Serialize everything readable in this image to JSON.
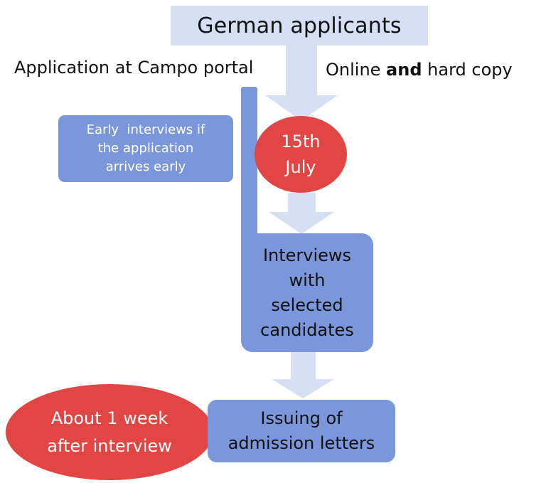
{
  "header": {
    "title": "German applicants"
  },
  "paths": {
    "left_label": "Application at Campo portal",
    "right_label_prefix": "Online ",
    "right_label_bold": "and",
    "right_label_suffix": " hard copy"
  },
  "early": {
    "text": "Early  interviews if the application arrives early"
  },
  "deadline": {
    "text": "15th\nJuly"
  },
  "interviews": {
    "text": "Interviews\nwith\nselected\ncandidates"
  },
  "issuing": {
    "text": "Issuing of\nadmission letters"
  },
  "timing": {
    "text": "About 1 week\nafter interview"
  },
  "colors": {
    "light_arrow": "#d6dff3",
    "box_blue": "#7b97dc",
    "oval_red": "#e14544"
  }
}
